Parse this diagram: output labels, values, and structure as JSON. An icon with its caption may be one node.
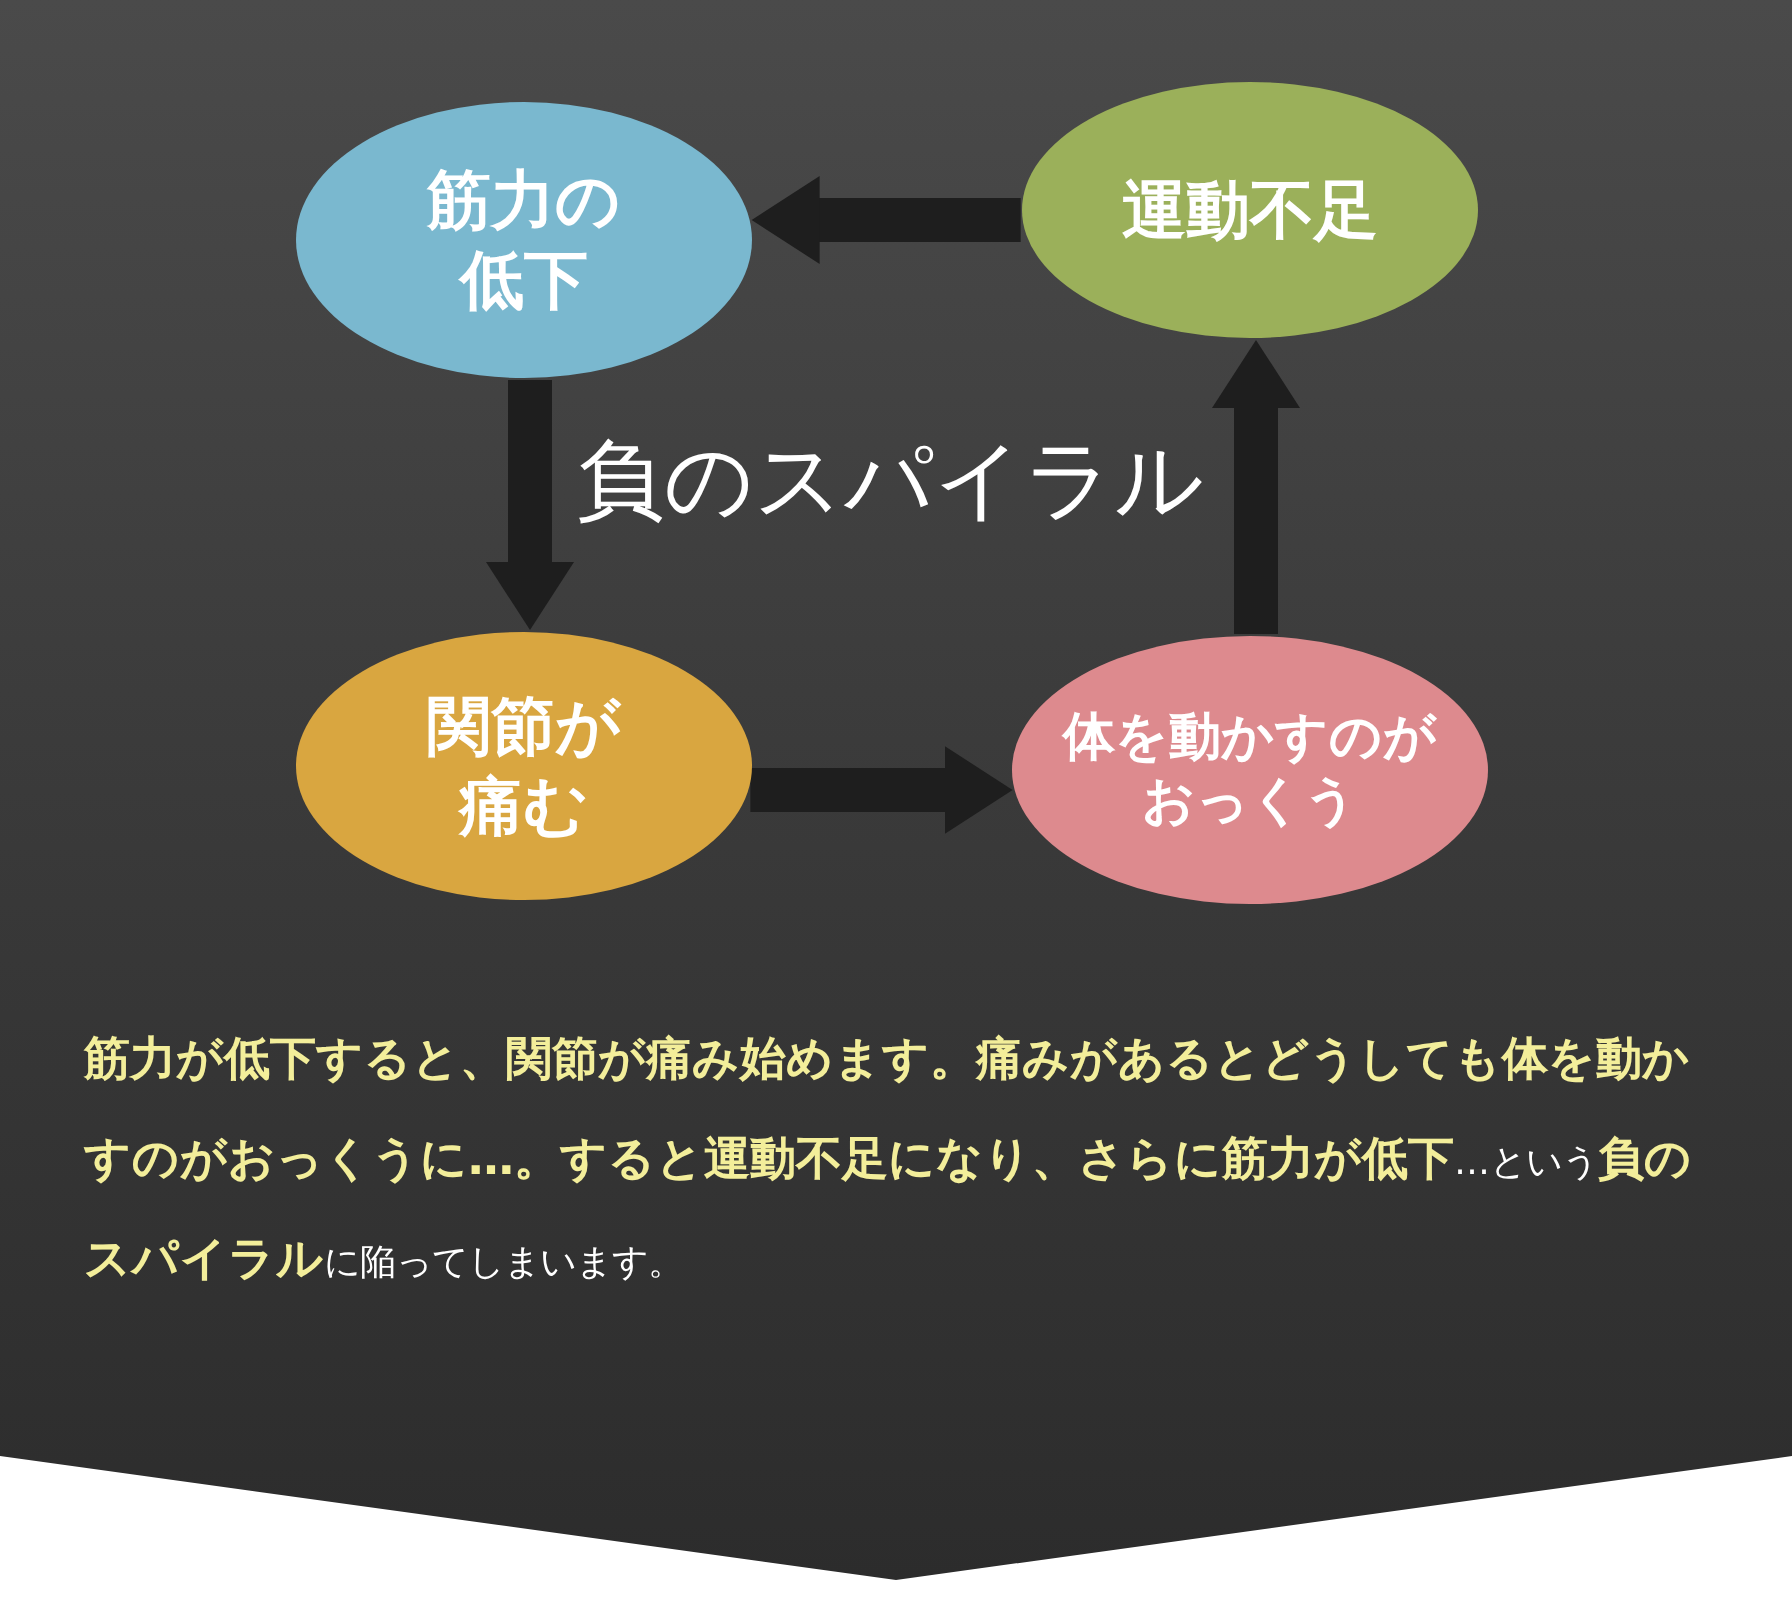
{
  "diagram": {
    "title": "負のスパイラル",
    "caption": "**筋力が低下すると、関節が痛み始めます。痛みがあるとどうしても体を動かすのがおっくうに…。すると運動不足になり、さらに筋力が低下**…という**負のスパイラル**に陥ってしまいます。",
    "nodes": [
      {
        "text": [
          "筋力の低下"
        ]
      },
      {
        "text": [
          "運動不足"
        ]
      },
      {
        "text": [
          "関節が痛む"
        ]
      },
      {
        "text": [
          "体を動かすのがおっくう"
        ]
      }
    ],
    "edges": [
      {
        "from": 1,
        "to": 0,
        "arrow": "to"
      },
      {
        "from": 0,
        "to": 2,
        "arrow": "to"
      },
      {
        "from": 2,
        "to": 3,
        "arrow": "to"
      },
      {
        "from": 3,
        "to": 1,
        "arrow": "to"
      }
    ]
  }
}
